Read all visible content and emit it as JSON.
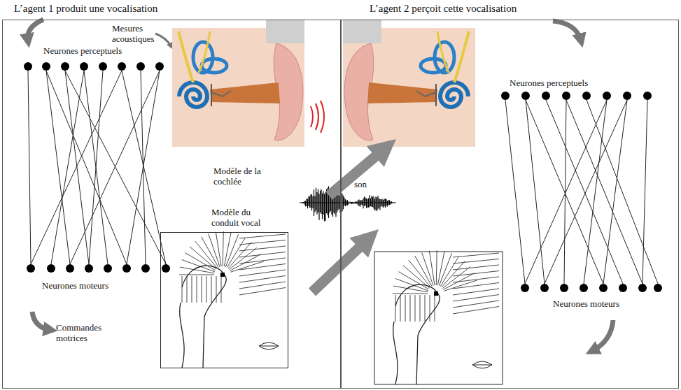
{
  "diagram": {
    "nodes": [
      {
        "text": [
          "L’agent 1 produit une vocalisation"
        ]
      },
      {
        "text": [
          "L’agent 2 perçoit cette vocalisation"
        ]
      },
      {
        "text": [
          "Modèle du conduit vocal"
        ],
        "in": 0
      }
    ],
    "labels": [
      "Mesures acoustiques",
      "Neurones perceptuels",
      "Modèle de la cochlée",
      "Neurones moteurs",
      "Commandes motrices",
      "son",
      "Neurones perceptuels",
      "Neurones moteurs"
    ]
  }
}
